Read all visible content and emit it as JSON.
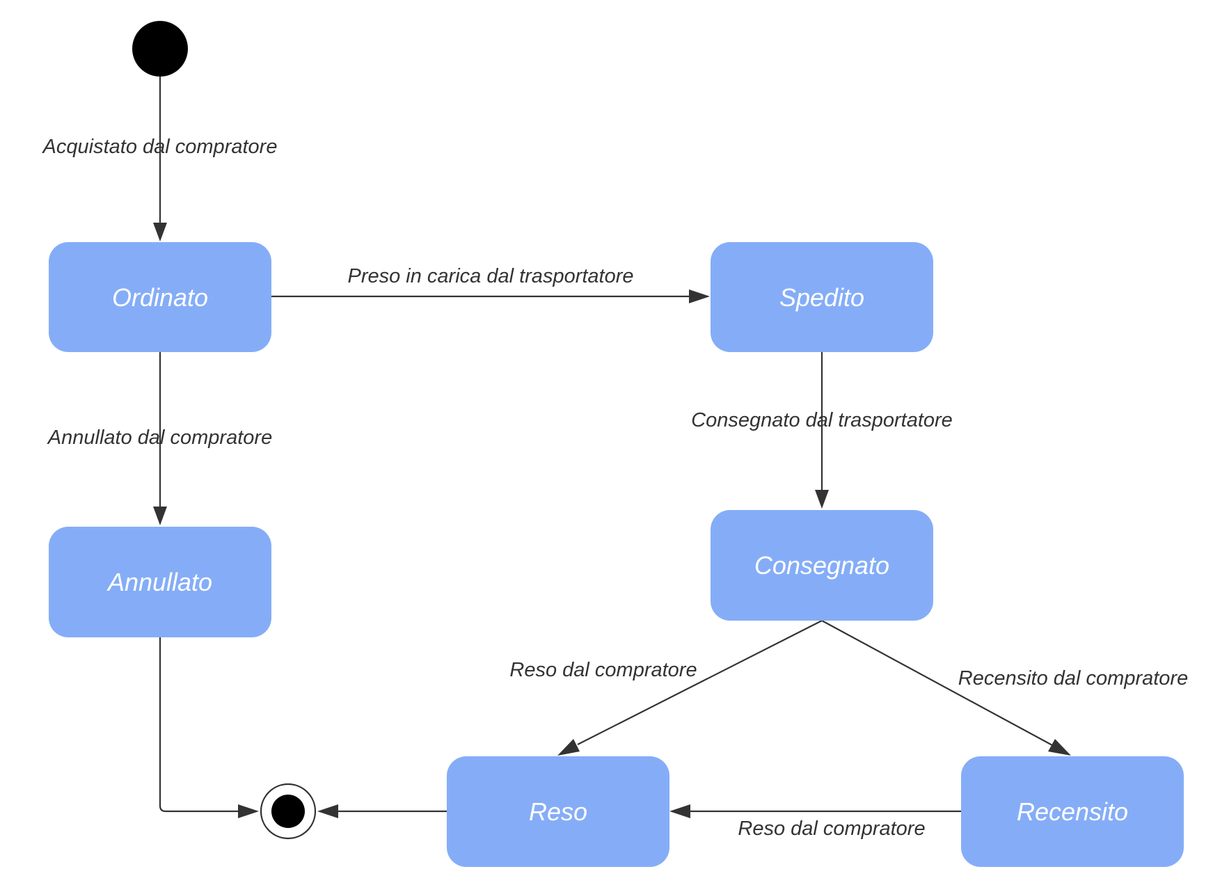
{
  "diagram": {
    "initial_node": "initial-state",
    "final_node": "final-state",
    "states": {
      "ordinato": "Ordinato",
      "spedito": "Spedito",
      "annullato": "Annullato",
      "consegnato": "Consegnato",
      "reso": "Reso",
      "recensito": "Recensito"
    },
    "transitions": {
      "start_to_ordinato": "Acquistato dal compratore",
      "ordinato_to_spedito": "Preso in carica dal trasportatore",
      "ordinato_to_annullato": "Annullato dal compratore",
      "spedito_to_consegnato": "Consegnato dal trasportatore",
      "consegnato_to_reso": "Reso dal compratore",
      "consegnato_to_recensito": "Recensito dal compratore",
      "recensito_to_reso": "Reso dal compratore"
    },
    "colors": {
      "state_fill": "#85adf7",
      "state_text": "#ffffff",
      "edge": "#333333",
      "label": "#333333",
      "node_fill": "#000000"
    }
  }
}
